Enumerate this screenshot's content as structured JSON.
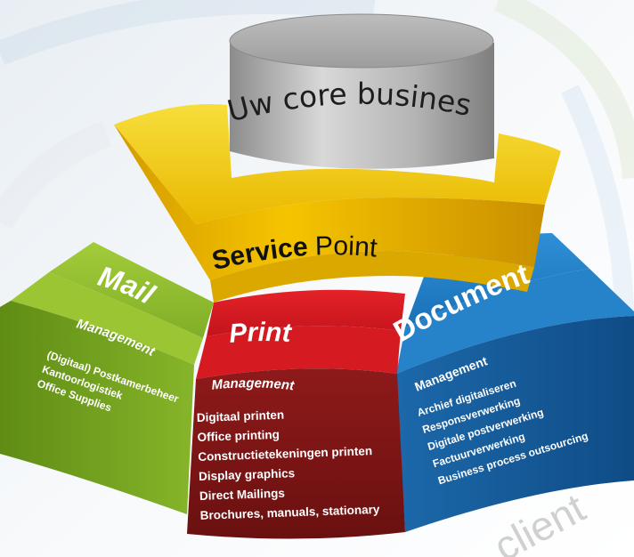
{
  "core": {
    "label": "Uw core business"
  },
  "service_point": {
    "label_bold": "Service",
    "label_light": "Point"
  },
  "mail": {
    "title": "Mail",
    "subtitle": "Management",
    "items": [
      "(Digitaal) Postkamerbeheer",
      "Kantoorlogistiek",
      "Office Supplies"
    ]
  },
  "print": {
    "title": "Print",
    "subtitle": "Management",
    "items": [
      "Digitaal printen",
      "Office printing",
      "Constructietekeningen printen",
      "Display graphics",
      "Direct Mailings",
      "Brochures, manuals, stationary"
    ]
  },
  "document": {
    "title": "Document",
    "subtitle": "Management",
    "items": [
      "Archief digitaliseren",
      "Responsverwerking",
      "Digitale postverwerking",
      "Factuurverwerking",
      "Business process outsourcing"
    ]
  },
  "background_text": "client",
  "colors": {
    "core_gray": "#9a9a9a",
    "service_yellow": "#f2c500",
    "mail_green": "#7aa824",
    "print_red": "#b5121b",
    "document_blue": "#1e73b5"
  }
}
